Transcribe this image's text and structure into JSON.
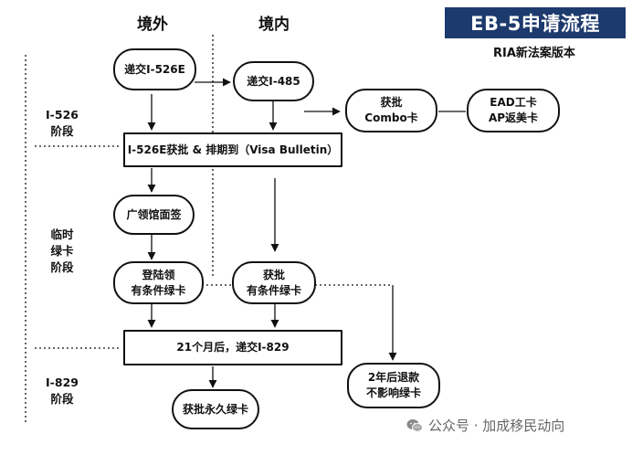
{
  "title": "EB-5申请流程",
  "subtitle": "RIA新法案版本",
  "columns": {
    "outside": "境外",
    "inside": "境内"
  },
  "stages": {
    "i526": "I-526\n阶段",
    "temp": "临时\n绿卡\n阶段",
    "i829": "I-829\n阶段"
  },
  "nodes": {
    "submit_526e": "递交I-526E",
    "submit_485": "递交I-485",
    "approve_combo": "获批\nCombo卡",
    "ead_ap": "EAD工卡\nAP返美卡",
    "approve_526e_visa": "I-526E获批 & 排期到（Visa Bulletin）",
    "consulate_interview": "广领馆面签",
    "land_conditional": "登陆领\n有条件绿卡",
    "approve_conditional": "获批\n有条件绿卡",
    "after_21_months": "21个月后，递交I-829",
    "refund_2_years": "2年后退款\n不影响绿卡",
    "approve_permanent": "获批永久绿卡"
  },
  "footer": {
    "text": "公众号 · 加成移民动向",
    "icon": "wechat-icon"
  }
}
